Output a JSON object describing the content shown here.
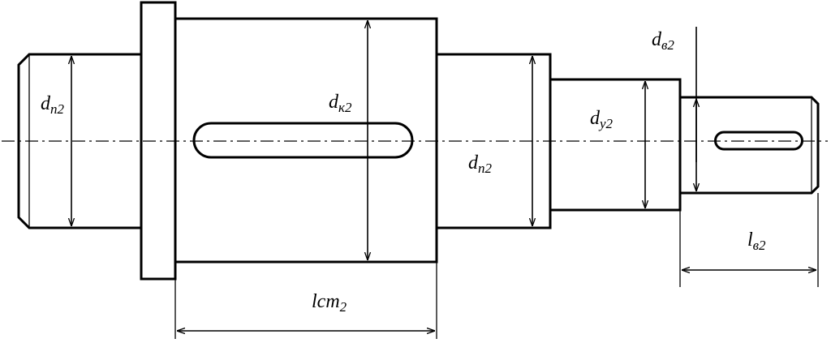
{
  "labels": {
    "d_n2_left": {
      "main": "d",
      "sub": "n2"
    },
    "d_k2": {
      "main": "d",
      "sub": "к2"
    },
    "d_n2_right": {
      "main": "d",
      "sub": "n2"
    },
    "d_y2": {
      "main": "d",
      "sub": "y2"
    },
    "d_v2": {
      "main": "d",
      "sub": "в2"
    },
    "l_v2": {
      "main": "l",
      "sub": "в2"
    },
    "l_ct2": {
      "main": "lcm",
      "sub": "2"
    }
  }
}
